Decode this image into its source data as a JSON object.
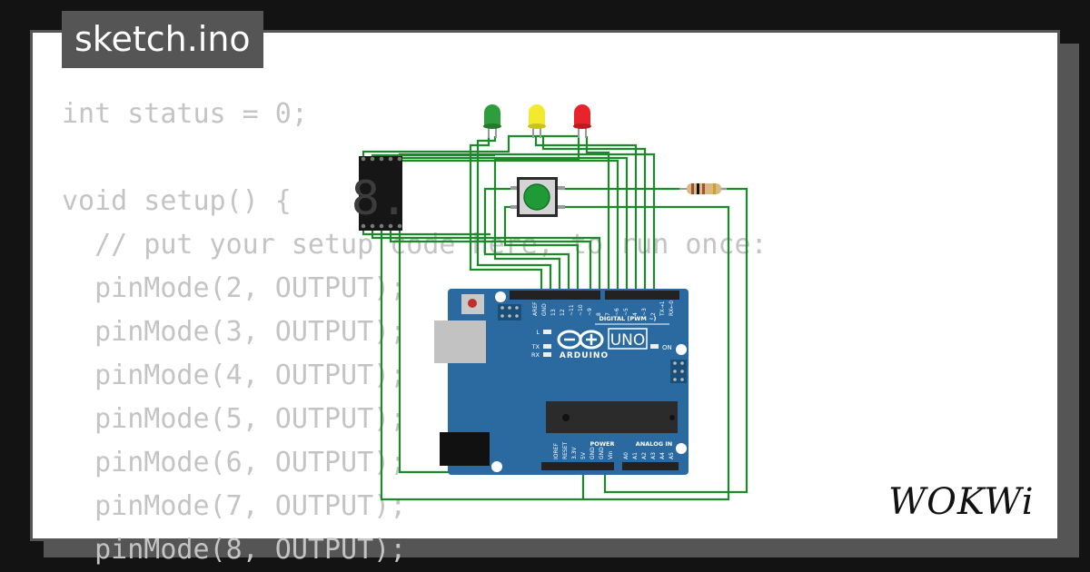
{
  "title": "sketch.ino",
  "code_lines": [
    "int status = 0;",
    "",
    "void setup() {",
    "  // put your setup code here, to run once:",
    "  pinMode(2, OUTPUT);",
    "  pinMode(3, OUTPUT);",
    "  pinMode(4, OUTPUT);",
    "  pinMode(5, OUTPUT);",
    "  pinMode(6, OUTPUT);",
    "  pinMode(7, OUTPUT);",
    "  pinMode(8, OUTPUT);"
  ],
  "logo_text": "WOKWi",
  "board": {
    "model": "UNO",
    "brand": "ARDUINO",
    "digital_header_label": "DIGITAL (PWM ~)",
    "power_label": "POWER",
    "analog_label": "ANALOG IN",
    "on_label": "ON",
    "l_label": "L",
    "tx_label": "TX",
    "rx_label": "RX",
    "top_pins": [
      "AREF",
      "GND",
      "13",
      "12",
      "~11",
      "~10",
      "~9",
      "8",
      "7",
      "~6",
      "~5",
      "4",
      "~3",
      "2",
      "TX→1",
      "RX←0"
    ],
    "power_pins": [
      "IOREF",
      "RESET",
      "3.3V",
      "5V",
      "GND",
      "GND",
      "Vin"
    ],
    "analog_pins": [
      "A0",
      "A1",
      "A2",
      "A3",
      "A4",
      "A5"
    ]
  },
  "display": {
    "digit": "8."
  },
  "leds": [
    {
      "name": "green",
      "color": "#2e9e3a"
    },
    {
      "name": "yellow",
      "color": "#f2ea2e"
    },
    {
      "name": "red",
      "color": "#e8242a"
    }
  ],
  "colors": {
    "background": "#131313",
    "card": "#ffffff",
    "frame": "#555555",
    "code_text": "#c4c4c4",
    "wire": "#1c8a2b",
    "board": "#2a6aa0"
  }
}
